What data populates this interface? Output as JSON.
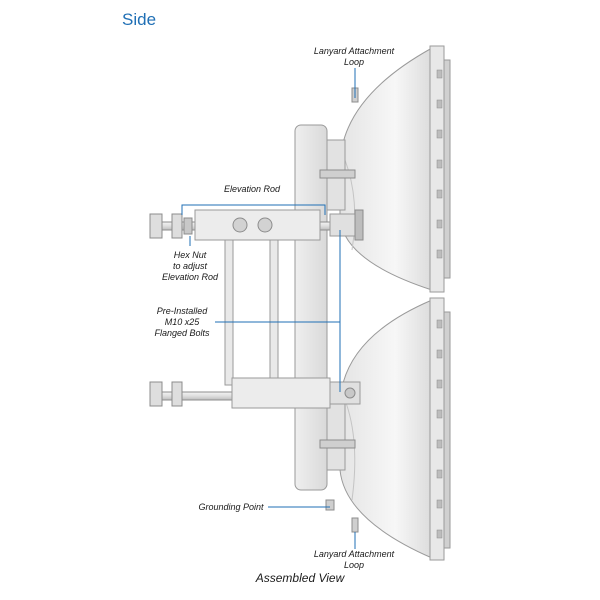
{
  "title": "Side",
  "caption": "Assembled View",
  "labels": {
    "lanyard_top_line1": "Lanyard Attachment",
    "lanyard_top_line2": "Loop",
    "elevation_rod": "Elevation Rod",
    "hex_nut_line1": "Hex Nut",
    "hex_nut_line2": "to adjust",
    "hex_nut_line3": "Elevation Rod",
    "bolts_line1": "Pre-Installed",
    "bolts_line2": "M10 x25",
    "bolts_line3": "Flanged Bolts",
    "grounding_point": "Grounding Point",
    "lanyard_bottom_line1": "Lanyard Attachment",
    "lanyard_bottom_line2": "Loop"
  },
  "colors": {
    "title": "#1f6fb5",
    "callout": "#1f6fb5",
    "metal_light": "#f2f2f2",
    "metal_mid": "#d6d6d6",
    "metal_dark": "#a8a8a8"
  }
}
